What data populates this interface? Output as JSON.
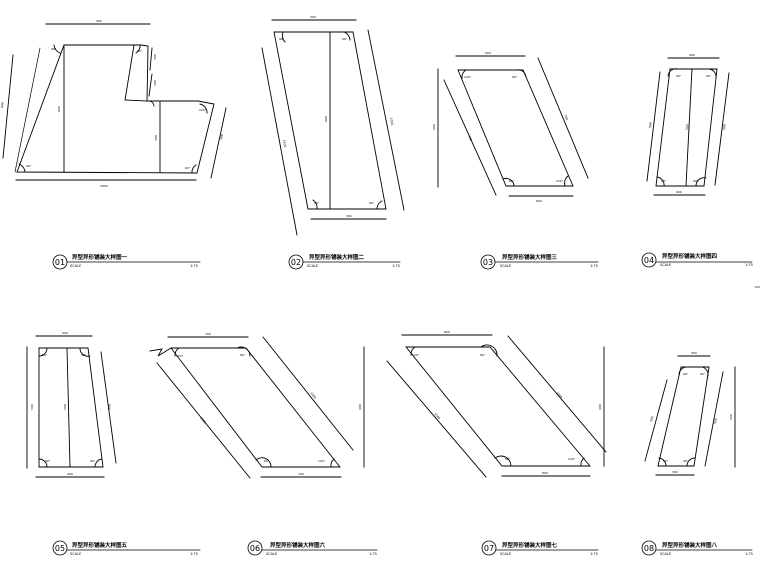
{
  "details": [
    {
      "number": "01",
      "title": "异型异形铺装大样图一",
      "scale_label": "SCALE",
      "scale_value": "1:75"
    },
    {
      "number": "02",
      "title": "异型异形铺装大样图二",
      "scale_label": "SCALE",
      "scale_value": "1:75"
    },
    {
      "number": "03",
      "title": "异型异形铺装大样图三",
      "scale_label": "SCALE",
      "scale_value": "1:75"
    },
    {
      "number": "04",
      "title": "异型异形铺装大样图四",
      "scale_label": "SCALE",
      "scale_value": "1:75"
    },
    {
      "number": "05",
      "title": "异型异形铺装大样图五",
      "scale_label": "SCALE",
      "scale_value": "1:75"
    },
    {
      "number": "06",
      "title": "异型异形铺装大样图六",
      "scale_label": "SCALE",
      "scale_value": "1:75"
    },
    {
      "number": "07",
      "title": "异型异形铺装大样图七",
      "scale_label": "SCALE",
      "scale_value": "1:75"
    },
    {
      "number": "08",
      "title": "异型异形铺装大样图八",
      "scale_label": "SCALE",
      "scale_value": "1:75"
    }
  ],
  "dimension_labels": {
    "d1_top": "400",
    "d1_left": "600",
    "d1_mid": "600",
    "d1_bottom": "1800",
    "d1_right_a": "300",
    "d1_right_b": "300",
    "d1_step": "300",
    "d2_top": "300",
    "d2_left": "1100",
    "d2_mid": "900",
    "d2_right": "1000",
    "d2_bottom": "300",
    "d3_top": "500",
    "d3_left": "700",
    "d3_right": "700",
    "d3_height": "600",
    "d3_bottom": "600",
    "d4_top": "400",
    "d4_left": "500",
    "d4_mid": "500",
    "d4_right": "500",
    "d4_bottom": "400",
    "d5_top": "400",
    "d5_left": "500",
    "d5_mid": "500",
    "d5_right": "500",
    "d5_bottom": "400",
    "d6_top": "700",
    "d6_left": "1000",
    "d6_right": "1000",
    "d6_height": "600",
    "d6_bottom": "700",
    "d7_top": "800",
    "d7_left": "1000",
    "d7_right": "1000",
    "d7_height": "600",
    "d7_bottom": "800",
    "d8_top": "300",
    "d8_left": "500",
    "d8_right": "500",
    "d8_height": "500",
    "d8_bottom": "300"
  },
  "angle_labels": {
    "a60": "60°",
    "a120": "120°",
    "a90": "90°"
  }
}
